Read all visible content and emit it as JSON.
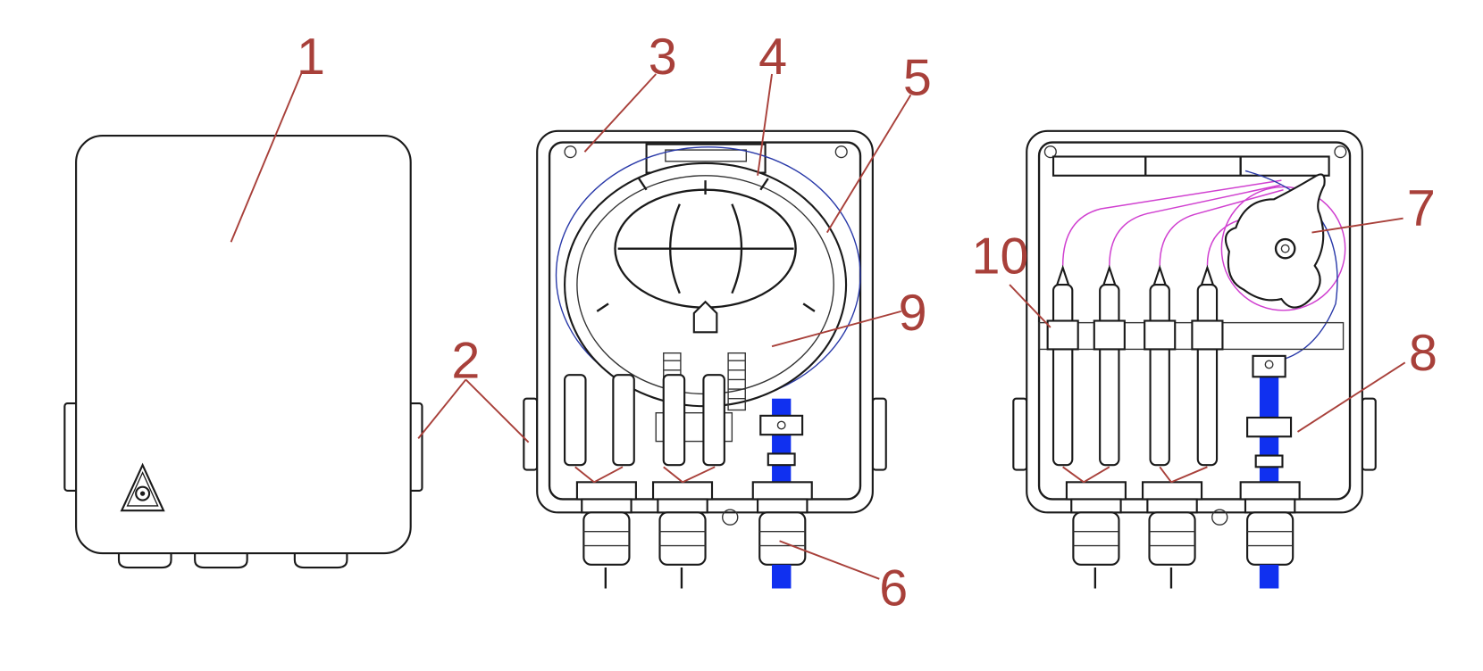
{
  "title": "Fiber optic distribution box – exploded component diagram",
  "callouts": [
    {
      "id": "callout-1",
      "label": "1"
    },
    {
      "id": "callout-2",
      "label": "2"
    },
    {
      "id": "callout-3",
      "label": "3"
    },
    {
      "id": "callout-4",
      "label": "4"
    },
    {
      "id": "callout-5",
      "label": "5"
    },
    {
      "id": "callout-6",
      "label": "6"
    },
    {
      "id": "callout-7",
      "label": "7"
    },
    {
      "id": "callout-8",
      "label": "8"
    },
    {
      "id": "callout-9",
      "label": "9"
    },
    {
      "id": "callout-10",
      "label": "10"
    }
  ],
  "colors": {
    "callout": "#a8403a",
    "fiber_pink": "#d040d0",
    "fiber_blue": "#2838a8",
    "cable": "#1030f0"
  }
}
